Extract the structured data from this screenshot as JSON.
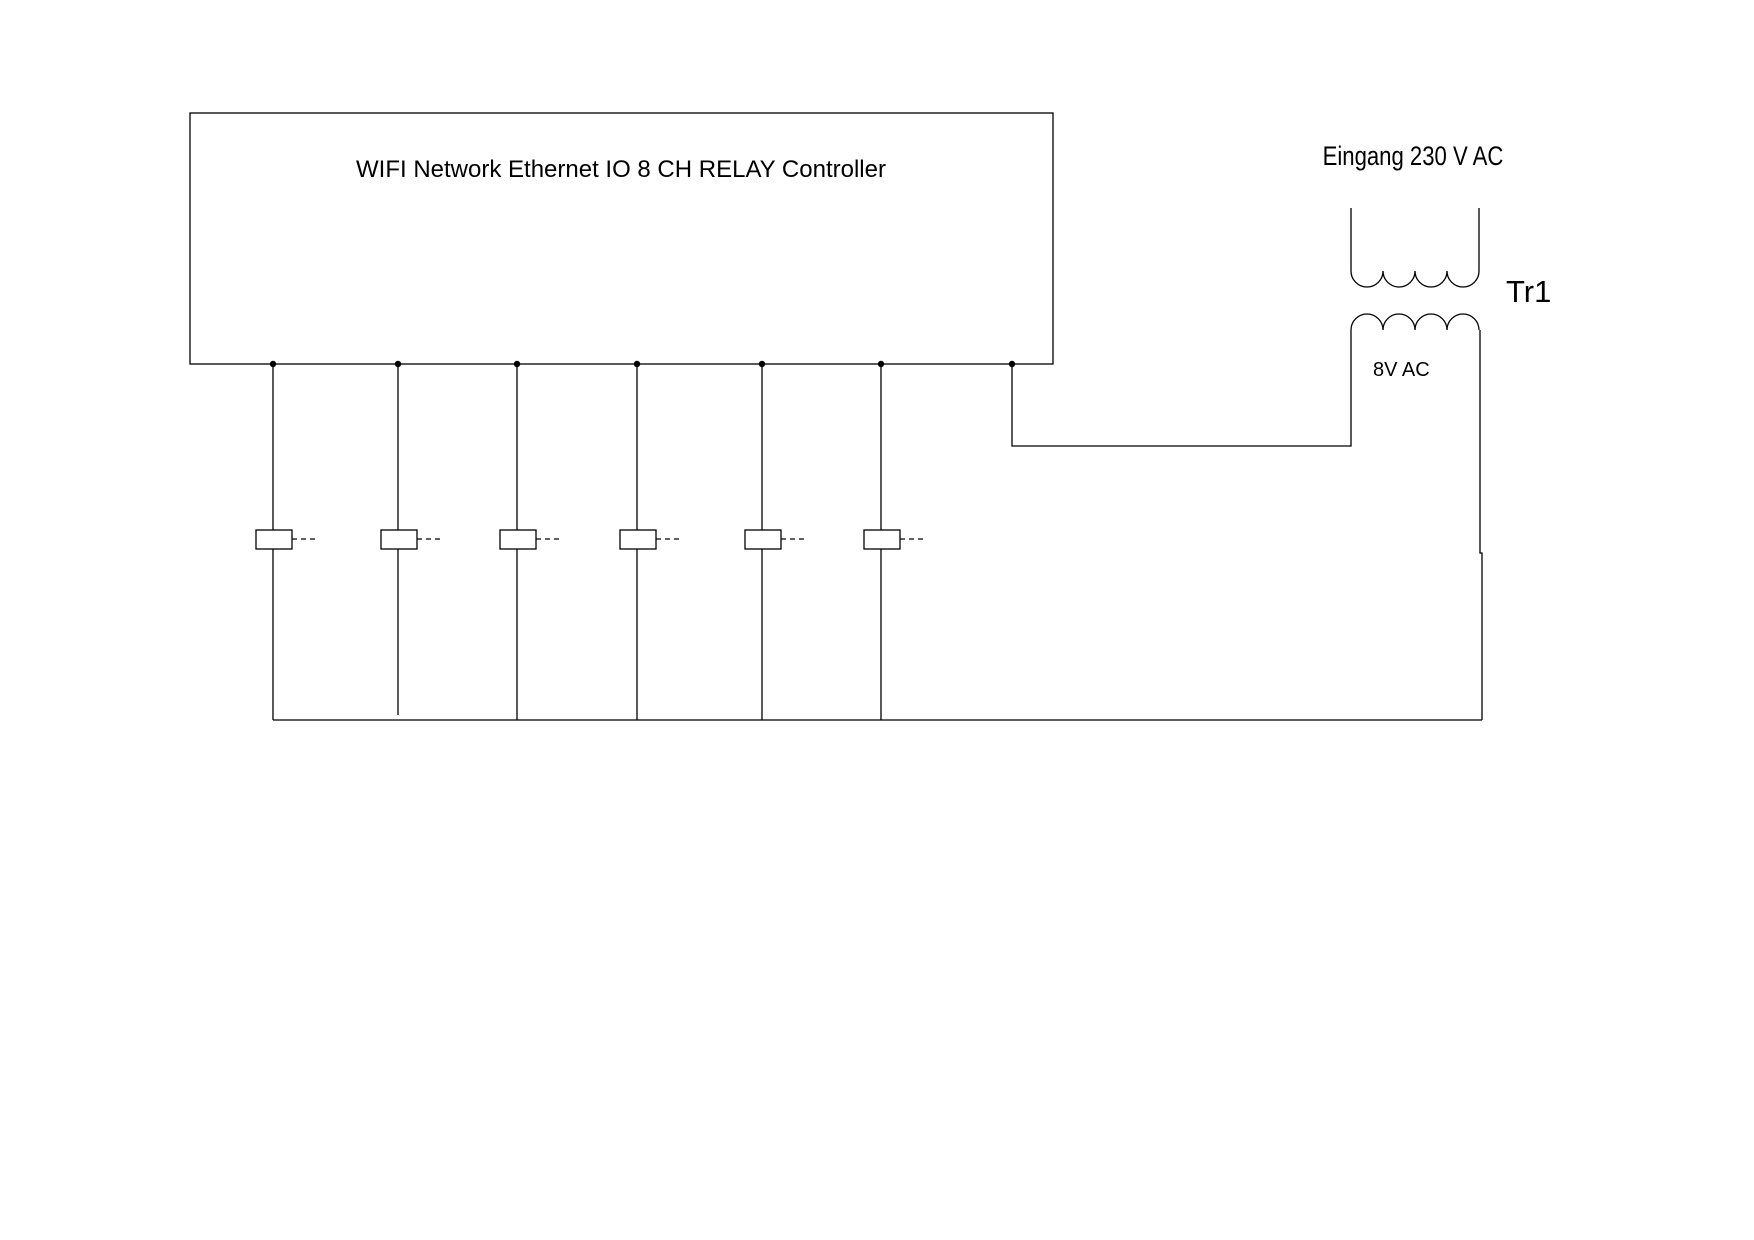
{
  "controller": {
    "label": "WIFI Network Ethernet IO 8 CH RELAY Controller"
  },
  "transformer": {
    "designator": "Tr1",
    "primary_label": "Eingang 230 V AC",
    "secondary_label": "8V AC"
  },
  "relays": {
    "count": 6
  }
}
